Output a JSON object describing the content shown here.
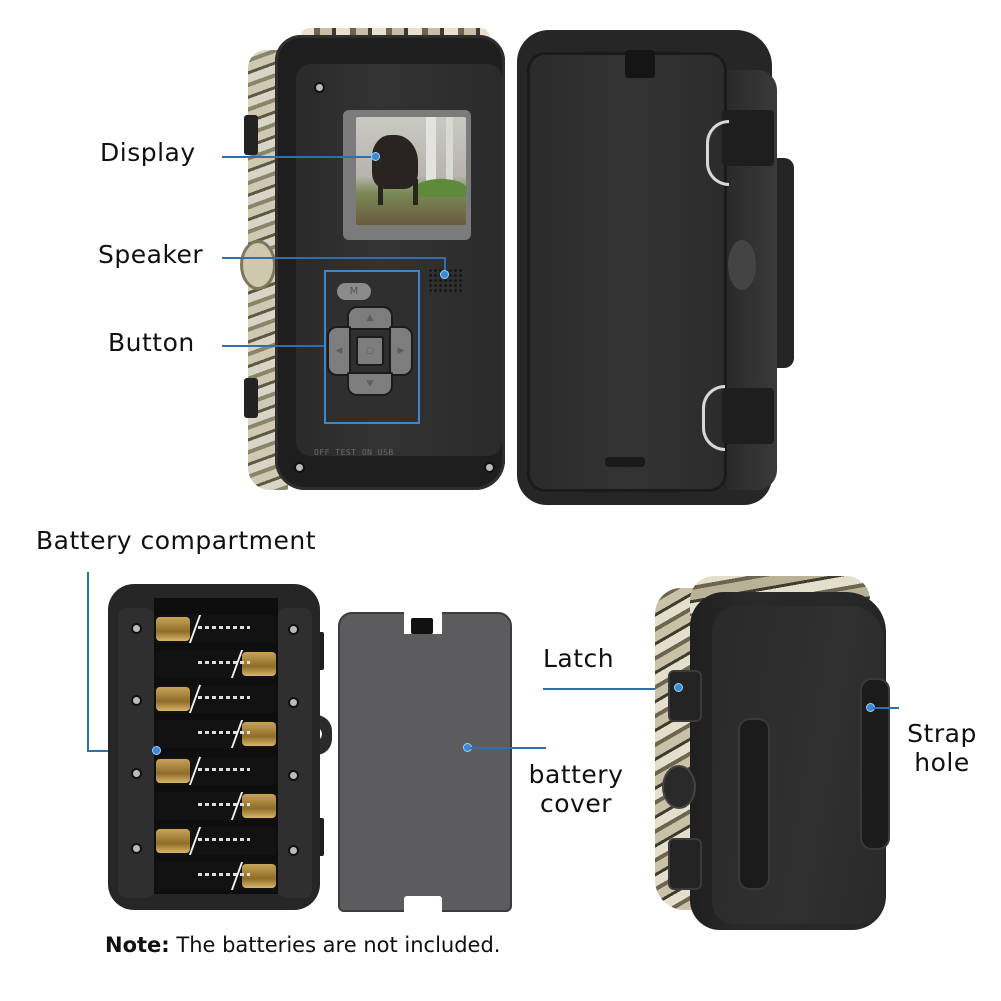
{
  "labels": {
    "display": "Display",
    "speaker": "Speaker",
    "button": "Button",
    "battery_compartment": "Battery compartment",
    "latch": "Latch",
    "battery_cover_line1": "battery",
    "battery_cover_line2": "cover",
    "strap_hole_line1": "Strap",
    "strap_hole_line2": "hole"
  },
  "camera_front": {
    "menu_button": "M",
    "dpad_up": "▲",
    "dpad_down": "▼",
    "dpad_left": "◀",
    "dpad_right": "▶",
    "dpad_ok": "○",
    "bottom_text": "OFF TEST ON   USB"
  },
  "note": {
    "prefix": "Note:",
    "text": " The batteries are not included."
  },
  "colors": {
    "callout_line": "#2d6fb0",
    "callout_dot": "#3a8ad6",
    "camera_body": "#262626",
    "background": "#ffffff"
  }
}
